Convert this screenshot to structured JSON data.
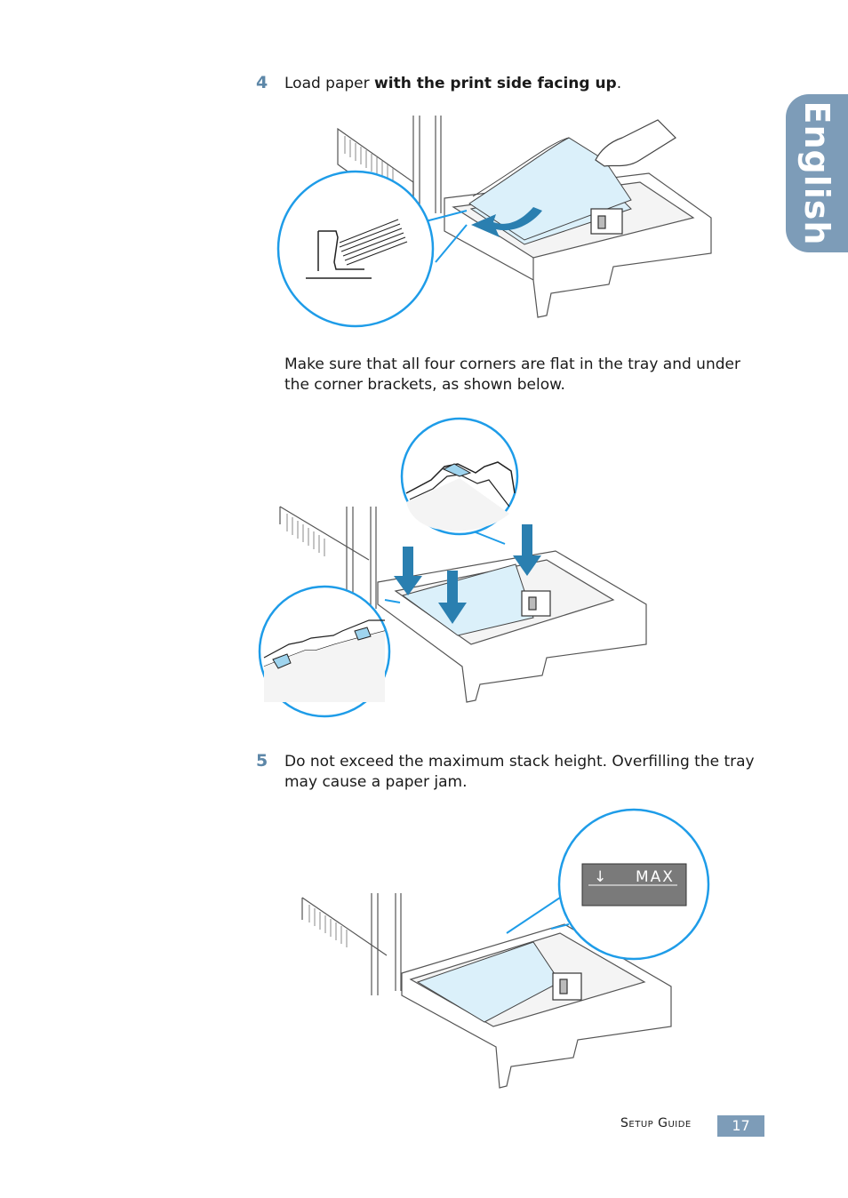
{
  "language_tab": {
    "label": "English"
  },
  "step4": {
    "number": "4",
    "text_prefix": "Load paper ",
    "text_bold": "with the print side facing up",
    "text_suffix": "."
  },
  "corners_note": {
    "text": "Make sure that all four corners are flat in the tray and under the corner brackets, as shown below."
  },
  "step5": {
    "number": "5",
    "text": "Do not exceed the maximum stack height. Overfilling the tray may cause a paper jam."
  },
  "max_label": {
    "arrow": "↓",
    "text": "MAX"
  },
  "footer": {
    "guide_label": "Setup Guide",
    "page_number": "17"
  },
  "colors": {
    "accent": "#7d9cb8",
    "step_number": "#5d87a8",
    "paper": "#dbf0fa",
    "callout_blue": "#1e9ce8",
    "arrow_blue": "#2a7fb0"
  },
  "figures": [
    {
      "name": "load-paper-illustration"
    },
    {
      "name": "corner-brackets-illustration"
    },
    {
      "name": "max-stack-illustration"
    }
  ]
}
